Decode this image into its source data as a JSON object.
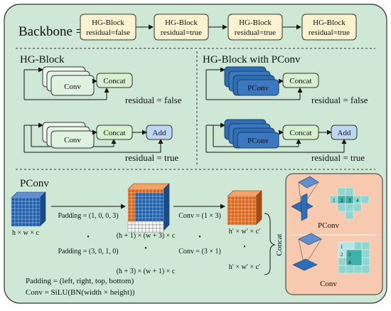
{
  "backbone": {
    "title": "Backbone =",
    "blocks": [
      {
        "name": "HG-Block",
        "residual": "residual=false"
      },
      {
        "name": "HG-Block",
        "residual": "residual=true"
      },
      {
        "name": "HG-Block",
        "residual": "residual=true"
      },
      {
        "name": "HG-Block",
        "residual": "residual=true"
      }
    ]
  },
  "hg_block": {
    "title": "HG-Block",
    "conv_label": "Conv",
    "concat_label": "Concat",
    "add_label": "Add",
    "residual_false": "residual = false",
    "residual_true": "residual = true"
  },
  "hg_block_pconv": {
    "title": "HG-Block with PConv",
    "pconv_label": "PConv",
    "concat_label": "Concat",
    "add_label": "Add",
    "residual_false": "residual = false",
    "residual_true": "residual = true"
  },
  "pconv": {
    "title": "PConv",
    "input_dims": "h × w × c",
    "padding_1": "Padding = (1, 0, 0, 3)",
    "padding_2": "Padding = (3, 0, 1, 0)",
    "padded_dims_1": "(h + 1) × (w + 3) × c",
    "padded_dims_2": "(h + 3) × (w + 1) × c",
    "conv_1": "Conv = (1 × 3)",
    "conv_2": "Conv = (3 × 1)",
    "output_dims_1": "h′ × w′ × c′",
    "output_dims_2": "h′ × w′ × c′",
    "concat_label": "Concat",
    "padding_def": "Padding = (left, right, top, bottom)",
    "conv_def": "Conv = SiLU(BN(width × height))",
    "inset_pconv_label": "PConv",
    "inset_conv_label": "Conv",
    "inset_numbers_pconv": [
      "1",
      "2",
      "3",
      "4"
    ],
    "inset_numbers_conv": [
      "1",
      "2",
      "3",
      "4"
    ],
    "dots": "•"
  },
  "colors": {
    "panel_bg": "#cfe8d6",
    "panel_border": "#333333",
    "block_fill": "#fdf2cf",
    "node_green": "#d8f0d0",
    "node_blue": "#bfd6f2",
    "pconv_blue": "#2f6db5",
    "inset_bg": "#f7c9ae",
    "cube_blue": "#1f5fa8",
    "cube_orange": "#d8641e"
  }
}
